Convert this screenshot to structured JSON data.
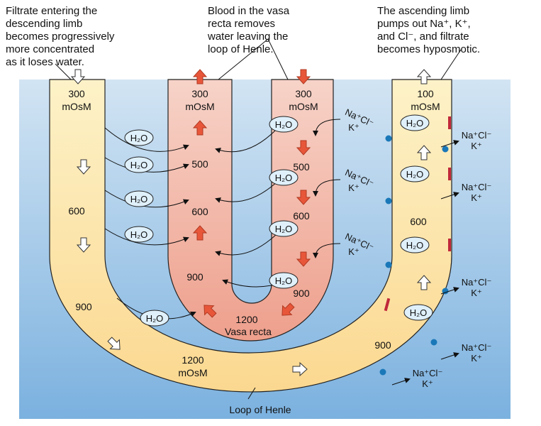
{
  "annotations": [
    [
      "Filtrate entering the",
      "descending limb",
      "becomes progressively",
      "more concentrated",
      "as it loses water."
    ],
    [
      "Blood in the vasa",
      "recta removes",
      "water leaving the",
      "loop of Henle."
    ],
    [
      "The ascending limb",
      "pumps out Na⁺, K⁺,",
      "and Cl⁻, and filtrate",
      "becomes hyposmotic."
    ]
  ],
  "concentrations": {
    "descending": [
      "300",
      "mOsM",
      "600",
      "900"
    ],
    "vasa_up": [
      "300",
      "mOsM",
      "500",
      "600",
      "900"
    ],
    "vasa_down": [
      "300",
      "mOsM",
      "500",
      "600",
      "900"
    ],
    "vasa_bottom": "1200",
    "ascending": [
      "100",
      "mOsM",
      "600",
      "900"
    ],
    "loop_bottom": [
      "1200",
      "mOsM"
    ]
  },
  "structure_labels": {
    "vasa_recta": "Vasa recta",
    "loop_of_henle": "Loop of Henle"
  },
  "water_label": "H₂O",
  "ion_labels": {
    "line1": "Na⁺Cl⁻",
    "line2": "K⁺"
  },
  "colors": {
    "interstitium_top": "#cfe2f3",
    "interstitium_bottom": "#7db3e0",
    "filtrate": "#fde6a8",
    "vasa_recta": "#f3b5a5",
    "flow_arrow_blood": "#e8563a",
    "pump": "#1a78b8",
    "channel": "#c0283a"
  }
}
